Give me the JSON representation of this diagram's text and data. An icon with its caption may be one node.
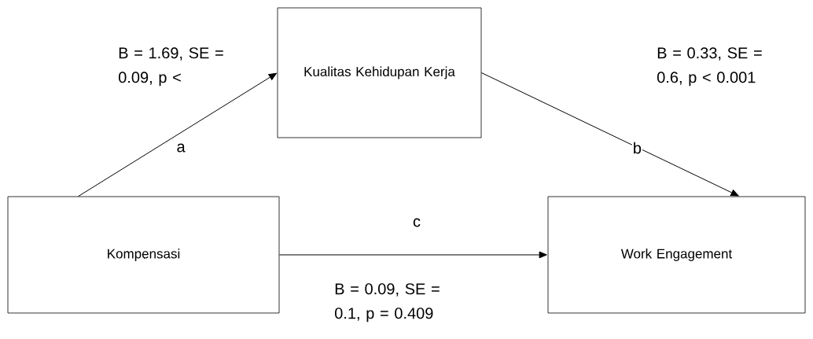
{
  "diagram": {
    "nodes": [
      {
        "text": [
          "Kualitas Kehidupan Kerja"
        ]
      },
      {
        "text": [
          "Kompensasi"
        ]
      },
      {
        "text": [
          "Work Engagement"
        ]
      }
    ],
    "edges": [
      {
        "from": 1,
        "to": 0,
        "arrow": "to",
        "label": "a"
      },
      {
        "from": 0,
        "to": 2,
        "arrow": "to",
        "label": "b"
      },
      {
        "from": 1,
        "to": 2,
        "arrow": "to",
        "label": "c"
      }
    ],
    "labels": [
      "B = 1.69, SE = 0.09, p <",
      "B = 0.33, SE = 0.6, p < 0.001",
      "B = 0.09, SE = 0.1, p = 0.409"
    ]
  }
}
